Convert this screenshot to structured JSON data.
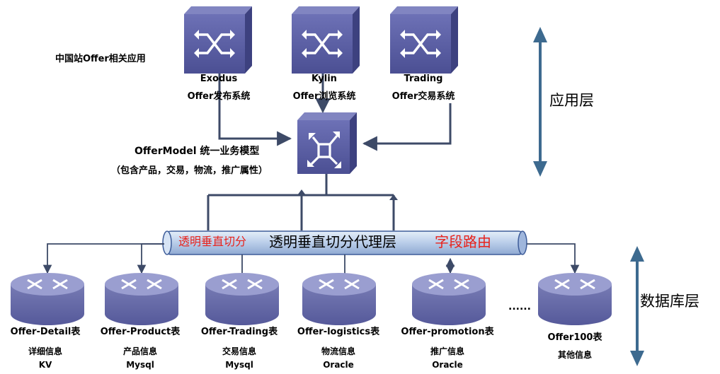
{
  "app_group_label": "中国站Offer相关应用",
  "apps": [
    {
      "name": "Exodus",
      "desc": "Offer发布系统"
    },
    {
      "name": "Kylin",
      "desc": "Offer浏览系统"
    },
    {
      "name": "Trading",
      "desc": "Offer交易系统"
    }
  ],
  "model": {
    "title": "OfferModel 统一业务模型",
    "subtitle": "（包含产品，交易，物流，推广属性）"
  },
  "proxy": {
    "left": "透明垂直切分",
    "center": "透明垂直切分代理层",
    "right": "字段路由"
  },
  "layers": {
    "app": "应用层",
    "db": "数据库层"
  },
  "ellipsis": "......",
  "dbs": [
    {
      "table": "Offer-Detail表",
      "info": "详细信息",
      "engine": "KV"
    },
    {
      "table": "Offer-Product表",
      "info": "产品信息",
      "engine": "Mysql"
    },
    {
      "table": "Offer-Trading表",
      "info": "交易信息",
      "engine": "Mysql"
    },
    {
      "table": "Offer-logistics表",
      "info": "物流信息",
      "engine": "Oracle"
    },
    {
      "table": "Offer-promotion表",
      "info": "推广信息",
      "engine": "Oracle"
    },
    {
      "table": "Offer100表",
      "info": "其他信息",
      "engine": ""
    }
  ],
  "colors": {
    "box": "#5b5fa6",
    "router": "#6a6ea8",
    "pipe": "#b8cdea",
    "line": "#3d4a67",
    "accent": "#e8221b"
  }
}
